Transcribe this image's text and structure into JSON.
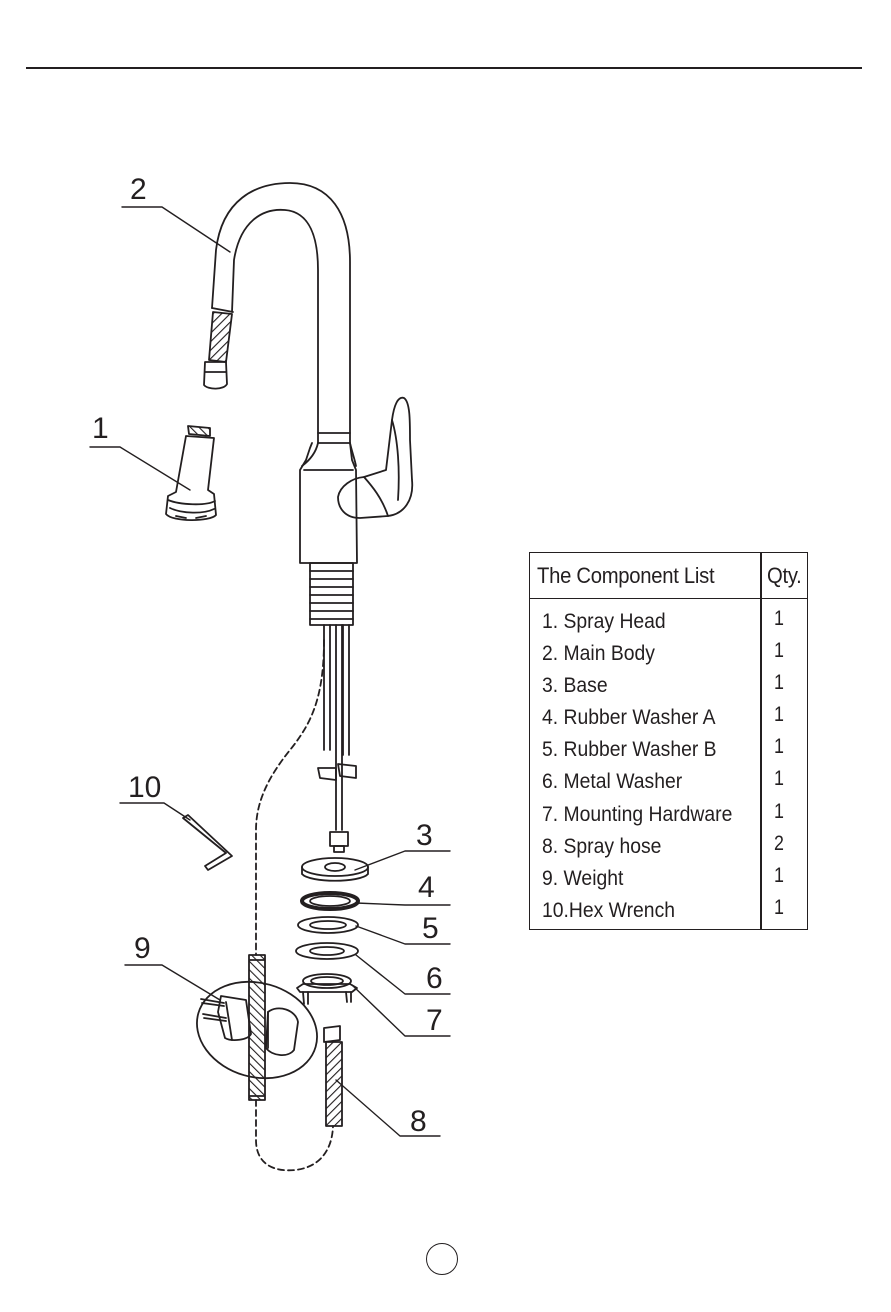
{
  "callouts": {
    "c1": "1",
    "c2": "2",
    "c3": "3",
    "c4": "4",
    "c5": "5",
    "c6": "6",
    "c7": "7",
    "c8": "8",
    "c9": "9",
    "c10": "10"
  },
  "component_table": {
    "header_name": "The Component List",
    "header_qty": "Qty.",
    "rows": [
      {
        "name": "1. Spray Head",
        "qty": "1"
      },
      {
        "name": "2. Main Body",
        "qty": "1"
      },
      {
        "name": "3. Base",
        "qty": "1"
      },
      {
        "name": "4. Rubber Washer A",
        "qty": "1"
      },
      {
        "name": "5. Rubber Washer B",
        "qty": "1"
      },
      {
        "name": "6. Metal Washer",
        "qty": "1"
      },
      {
        "name": "7. Mounting Hardware",
        "qty": "1"
      },
      {
        "name": "8. Spray hose",
        "qty": "2"
      },
      {
        "name": "9. Weight",
        "qty": "1"
      },
      {
        "name": "10.Hex Wrench",
        "qty": "1"
      }
    ]
  },
  "colors": {
    "ink": "#231f20",
    "paper": "#ffffff"
  }
}
